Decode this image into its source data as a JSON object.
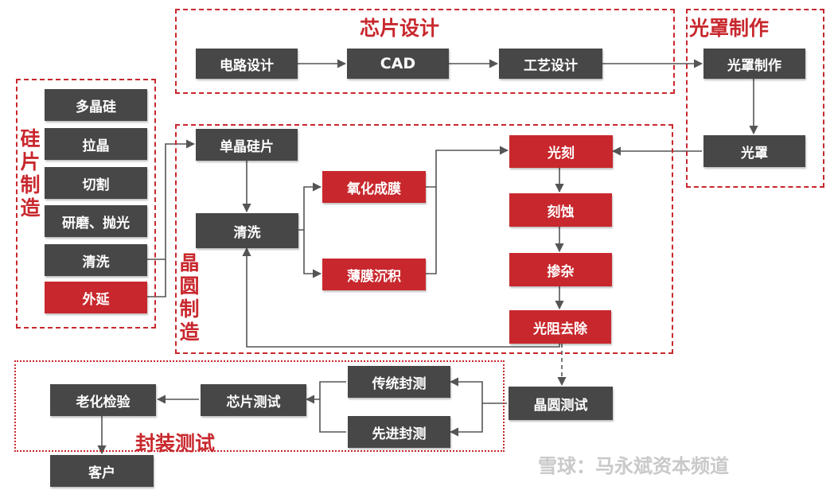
{
  "colors": {
    "dark": "#474747",
    "red": "#c8282d",
    "line": "#555555",
    "white": "#ffffff"
  },
  "regions": {
    "chip_design": "芯片设计",
    "mask_making": "光罩制作",
    "wafer_slicing": "硅片制造",
    "wafer_fab": "晶圆制造",
    "packaging_test": "封装测试"
  },
  "nodes": {
    "circuit_design": "电路设计",
    "cad": "CAD",
    "process_design": "工艺设计",
    "mask_making": "光罩制作",
    "mask": "光罩",
    "polysilicon": "多晶硅",
    "crystal_pulling": "拉晶",
    "cutting": "切割",
    "grinding_polishing": "研磨、抛光",
    "cleaning_1": "清洗",
    "epitaxy": "外延",
    "single_wafer": "单晶硅片",
    "cleaning_2": "清洗",
    "oxidation": "氧化成膜",
    "thin_film": "薄膜沉积",
    "lithography": "光刻",
    "etching": "刻蚀",
    "doping": "掺杂",
    "photoresist_removal": "光阻去除",
    "wafer_test": "晶圆测试",
    "traditional_pkg": "传统封测",
    "advanced_pkg": "先进封测",
    "chip_test": "芯片测试",
    "aging_test": "老化检验",
    "customer": "客户"
  },
  "watermark": "雪球：马永斌资本频道"
}
